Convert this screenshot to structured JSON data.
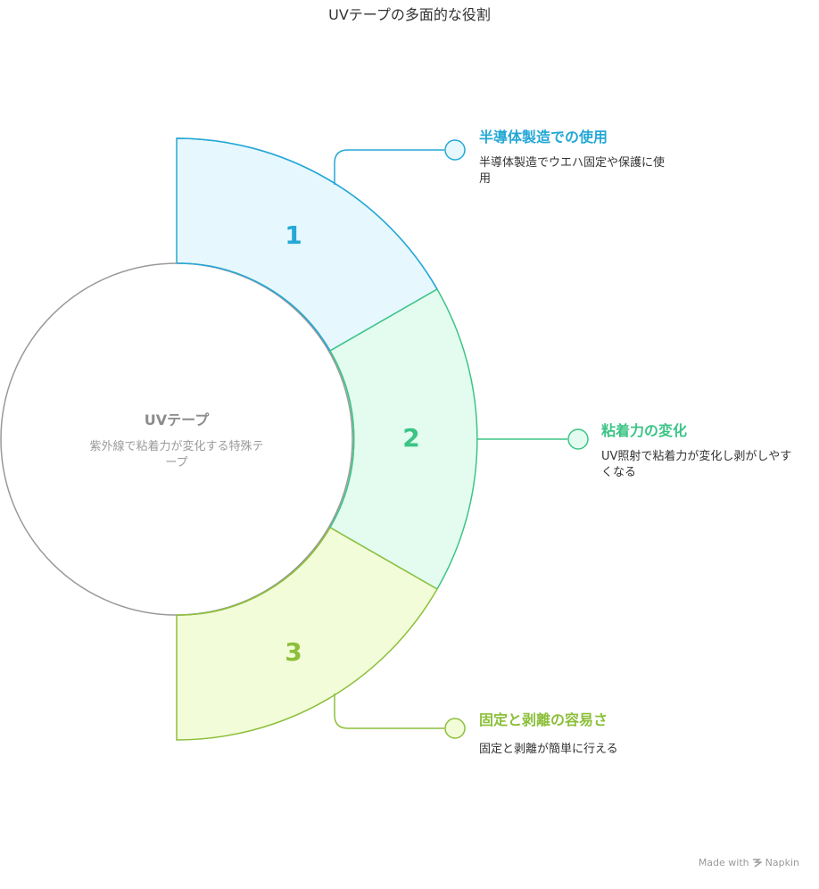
{
  "title": "UVテープの多面的な役割",
  "center": {
    "title": "UVテープ",
    "description": "紫外線で粘着力が変化する特殊テープ"
  },
  "colors": {
    "blue": "#25a8d6",
    "green": "#3cc486",
    "lime": "#8cbf3a",
    "blue_fill": "#e6f7fd",
    "green_fill": "#e3fcef",
    "lime_fill": "#f2fcd9",
    "circle_stroke": "#999999"
  },
  "segments": [
    {
      "number": "1",
      "title": "半導体製造での使用",
      "description": "半導体製造でウエハ固定や保護に使用"
    },
    {
      "number": "2",
      "title": "粘着力の変化",
      "description": "UV照射で粘着力が変化し剥がしやすくなる"
    },
    {
      "number": "3",
      "title": "固定と剥離の容易さ",
      "description": "固定と剥離が簡単に行える"
    }
  ],
  "footer": {
    "made_with": "Made with",
    "brand": "Napkin",
    "brand_icon": "napkin-logo-icon"
  }
}
